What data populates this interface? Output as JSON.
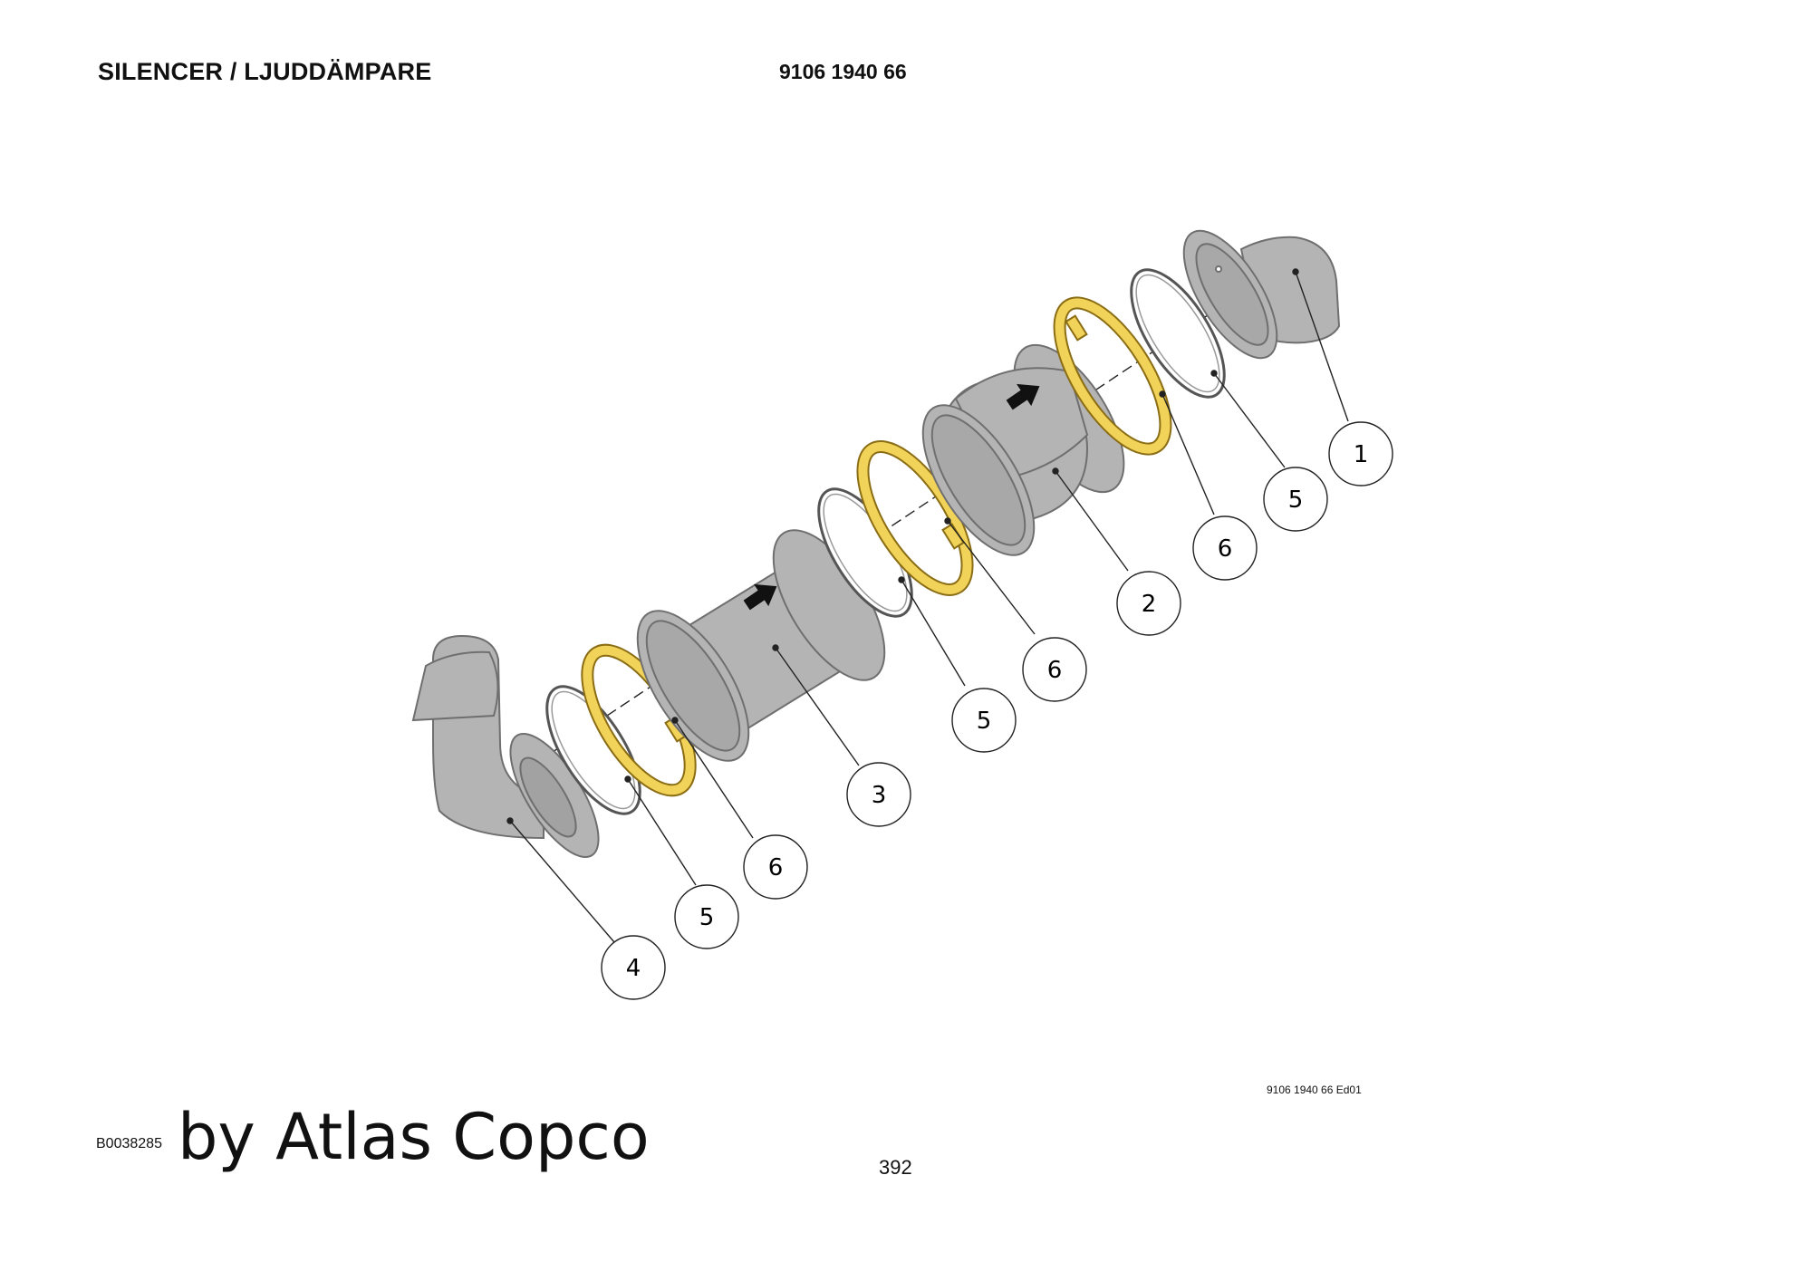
{
  "header": {
    "title": "SILENCER / LJUDDÄMPARE",
    "part_number": "9106 1940 66"
  },
  "footer": {
    "doc_code": "B0038285",
    "brand": "by Atlas Copco",
    "edition": "9106 1940 66 Ed01",
    "page": "392"
  },
  "colors": {
    "part_fill": "#b4b4b4",
    "part_stroke": "#6f6f6f",
    "clamp_fill": "#f2d35a",
    "clamp_stroke": "#8a6d14",
    "gasket_fill": "#ffffff",
    "line": "#222222"
  },
  "callouts": [
    {
      "id": "c1",
      "label": "1"
    },
    {
      "id": "c2",
      "label": "5"
    },
    {
      "id": "c3",
      "label": "6"
    },
    {
      "id": "c4",
      "label": "2"
    },
    {
      "id": "c5",
      "label": "6"
    },
    {
      "id": "c6",
      "label": "5"
    },
    {
      "id": "c7",
      "label": "3"
    },
    {
      "id": "c8",
      "label": "6"
    },
    {
      "id": "c9",
      "label": "5"
    },
    {
      "id": "c10",
      "label": "4"
    }
  ]
}
